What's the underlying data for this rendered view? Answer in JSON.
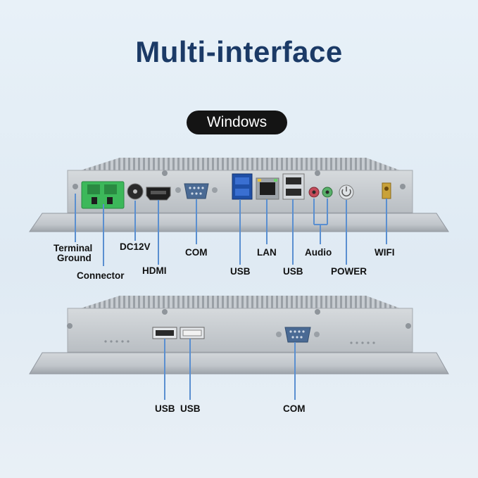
{
  "title": "Multi-interface",
  "badge": "Windows",
  "top_panel": {
    "labels": {
      "terminal_line1": "Terminal",
      "terminal_line2": "Ground",
      "connector": "Connector",
      "dc12v": "DC12V",
      "hdmi": "HDMI",
      "com": "COM",
      "usb_a": "USB",
      "lan": "LAN",
      "usb_b": "USB",
      "audio": "Audio",
      "power": "POWER",
      "wifi": "WIFI"
    }
  },
  "bottom_panel": {
    "labels": {
      "usb_a": "USB",
      "usb_b": "USB",
      "com": "COM"
    }
  },
  "colors": {
    "title": "#1b3a66",
    "callout_line": "#5a8fd0",
    "terminal_green": "#3cb85a",
    "chassis": "#c9ced3"
  }
}
